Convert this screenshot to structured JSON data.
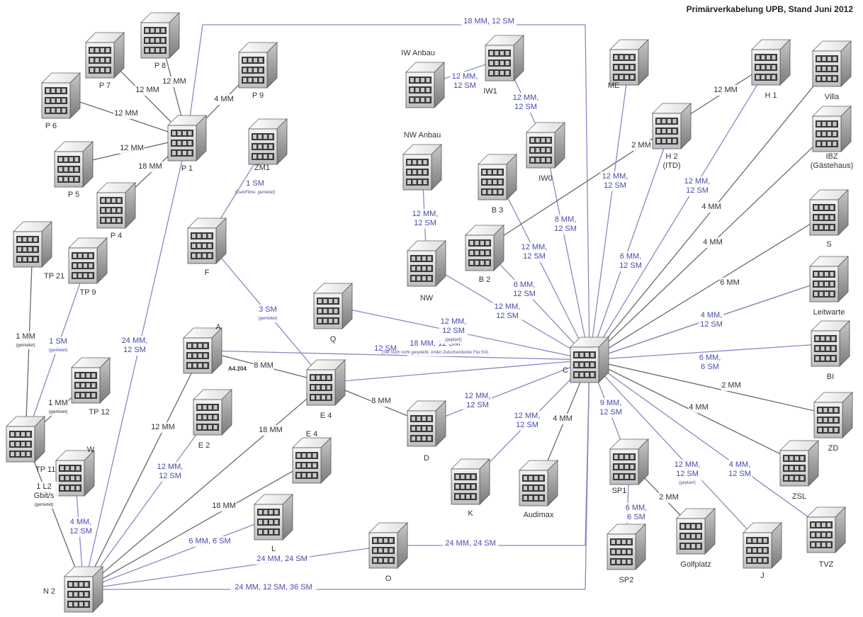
{
  "title": "Primärverkabelung UPB, Stand Juni 2012",
  "colors": {
    "blue": "#4a4aa8",
    "black": "#333333",
    "line_blue": "#8a88c4",
    "line_black": "#6a6a6a"
  },
  "buildings": [
    {
      "id": "P7",
      "label": "P 7"
    },
    {
      "id": "P8",
      "label": "P 8"
    },
    {
      "id": "P6",
      "label": "P 6"
    },
    {
      "id": "P9",
      "label": "P 9"
    },
    {
      "id": "P1",
      "label": "P 1"
    },
    {
      "id": "P5",
      "label": "P 5"
    },
    {
      "id": "P4",
      "label": "P 4"
    },
    {
      "id": "ZM1",
      "label": "ZM1"
    },
    {
      "id": "F",
      "label": "F"
    },
    {
      "id": "TP21",
      "label": "TP 21"
    },
    {
      "id": "TP9",
      "label": "TP 9"
    },
    {
      "id": "TP12",
      "label": "TP 12"
    },
    {
      "id": "TP11",
      "label": "TP 11"
    },
    {
      "id": "W",
      "label": "W"
    },
    {
      "id": "N2",
      "label": "N 2"
    },
    {
      "id": "A",
      "label": "A"
    },
    {
      "id": "E2",
      "label": "E 2"
    },
    {
      "id": "E4a",
      "label": "E 4"
    },
    {
      "id": "E4b",
      "label": "E 4"
    },
    {
      "id": "L",
      "label": "L"
    },
    {
      "id": "O",
      "label": "O"
    },
    {
      "id": "Q",
      "label": "Q"
    },
    {
      "id": "D",
      "label": "D"
    },
    {
      "id": "K",
      "label": "K"
    },
    {
      "id": "Audimax",
      "label": "Audimax"
    },
    {
      "id": "C",
      "label": "C"
    },
    {
      "id": "IWAnbau",
      "label": "IW Anbau"
    },
    {
      "id": "IW1",
      "label": "IW1"
    },
    {
      "id": "IW0",
      "label": "IW0"
    },
    {
      "id": "NWAnbau",
      "label": "NW Anbau"
    },
    {
      "id": "NW",
      "label": "NW"
    },
    {
      "id": "B3",
      "label": "B 3"
    },
    {
      "id": "B2",
      "label": "B 2"
    },
    {
      "id": "ME",
      "label": "ME"
    },
    {
      "id": "H2",
      "label": "H 2\n(ITD)"
    },
    {
      "id": "H1",
      "label": "H 1"
    },
    {
      "id": "Villa",
      "label": "Villa"
    },
    {
      "id": "IBZ",
      "label": "IBZ\n(Gästehaus)"
    },
    {
      "id": "S",
      "label": "S"
    },
    {
      "id": "Leitwarte",
      "label": "Leitwarte"
    },
    {
      "id": "BI",
      "label": "BI"
    },
    {
      "id": "ZD",
      "label": "ZD"
    },
    {
      "id": "ZSL",
      "label": "ZSL"
    },
    {
      "id": "TVZ",
      "label": "TVZ"
    },
    {
      "id": "J",
      "label": "J"
    },
    {
      "id": "Golfplatz",
      "label": "Golfplatz"
    },
    {
      "id": "SP1",
      "label": "SP1"
    },
    {
      "id": "SP2",
      "label": "SP2"
    }
  ],
  "connections": [
    {
      "from": "P7",
      "to": "P1",
      "label": "12 MM",
      "color": "black"
    },
    {
      "from": "P8",
      "to": "P1",
      "label": "12 MM",
      "color": "black"
    },
    {
      "from": "P6",
      "to": "P1",
      "label": "12 MM",
      "color": "black"
    },
    {
      "from": "P9",
      "to": "P1",
      "label": "4 MM",
      "color": "black"
    },
    {
      "from": "P5",
      "to": "P1",
      "label": "12 MM",
      "color": "black"
    },
    {
      "from": "P4",
      "to": "P1",
      "label": "18 MM",
      "color": "black"
    },
    {
      "from": "P1",
      "to": "N2",
      "label": "24 MM,\n12 SM",
      "color": "blue"
    },
    {
      "from": "P1",
      "to": "C",
      "label": "18 MM, 12 SM",
      "color": "blue"
    },
    {
      "from": "ZM1",
      "to": "F",
      "label": "1 SM",
      "sublabel": "(DarkFibre, gemietet)",
      "color": "blue"
    },
    {
      "from": "F",
      "to": "E4a",
      "label": "3 SM",
      "sublabel": "(gemietet)",
      "color": "blue"
    },
    {
      "from": "TP21",
      "to": "TP11",
      "label": "1 MM",
      "sublabel": "(gemietet)",
      "color": "black"
    },
    {
      "from": "TP9",
      "to": "TP11",
      "label": "1 SM",
      "sublabel": "(gemietet)",
      "color": "blue"
    },
    {
      "from": "TP12",
      "to": "TP11",
      "label": "1 MM",
      "sublabel": "(gemietet)",
      "color": "black"
    },
    {
      "from": "TP11",
      "to": "N2",
      "label": "1 L2\nGbit/s",
      "sublabel": "(gemietet)",
      "color": "black"
    },
    {
      "from": "W",
      "to": "N2",
      "label": "4 MM,\n12 SM",
      "color": "blue"
    },
    {
      "from": "A",
      "to": "N2",
      "label": "12 MM",
      "color": "black"
    },
    {
      "from": "E2",
      "to": "N2",
      "label": "12 MM,\n12 SM",
      "color": "blue"
    },
    {
      "from": "E4a",
      "to": "N2",
      "label": "18 MM",
      "color": "black"
    },
    {
      "from": "E4b",
      "to": "N2",
      "label": "18 MM",
      "color": "black"
    },
    {
      "from": "L",
      "to": "N2",
      "label": "6 MM, 6 SM",
      "color": "blue"
    },
    {
      "from": "O",
      "to": "N2",
      "label": "24 MM, 24 SM",
      "color": "blue"
    },
    {
      "from": "O",
      "to": "C",
      "label": "24 MM, 24 SM",
      "color": "blue"
    },
    {
      "from": "N2",
      "to": "C",
      "label": "24 MM, 12 SM, 36 SM",
      "color": "blue"
    },
    {
      "from": "A",
      "to": "C",
      "label": "12 SM",
      "color": "blue"
    },
    {
      "from": "A",
      "to": "E4a",
      "label": "8 MM",
      "color": "black"
    },
    {
      "from": "E4a",
      "to": "C",
      "label": "18 MM, 12 SM",
      "sublabel": "(SM noch nicht gespleißt, endet Zwischendecke Flur E4)",
      "color": "blue"
    },
    {
      "from": "D",
      "to": "C",
      "label": "12 MM,\n12 SM",
      "color": "blue"
    },
    {
      "from": "E4a",
      "to": "D",
      "label": "8 MM",
      "color": "black"
    },
    {
      "from": "K",
      "to": "C",
      "label": "12 MM,\n12 SM",
      "color": "blue"
    },
    {
      "from": "Audimax",
      "to": "C",
      "label": "4 MM",
      "color": "black"
    },
    {
      "from": "Q",
      "to": "C",
      "label": "12 MM,\n12 SM",
      "sublabel": "(geplant)",
      "color": "blue"
    },
    {
      "from": "NW",
      "to": "C",
      "label": "12 MM,\n12 SM",
      "color": "blue"
    },
    {
      "from": "NWAnbau",
      "to": "NW",
      "label": "12 MM,\n12 SM",
      "color": "blue"
    },
    {
      "from": "IW1",
      "to": "IWAnbau",
      "label": "12 MM,\n12 SM",
      "color": "blue"
    },
    {
      "from": "IW1",
      "to": "IW0",
      "label": "12 MM,\n12 SM",
      "color": "blue"
    },
    {
      "from": "IW0",
      "to": "C",
      "label": "8 MM,\n12 SM",
      "color": "blue"
    },
    {
      "from": "B3",
      "to": "C",
      "label": "12 MM,\n12 SM",
      "color": "blue"
    },
    {
      "from": "B2",
      "to": "C",
      "label": "6 MM,\n12 SM",
      "color": "blue"
    },
    {
      "from": "B2",
      "to": "H2",
      "label": "2 MM",
      "color": "black"
    },
    {
      "from": "ME",
      "to": "C",
      "label": "12 MM,\n12 SM",
      "color": "blue"
    },
    {
      "from": "H2",
      "to": "C",
      "label": "6 MM,\n12 SM",
      "color": "blue"
    },
    {
      "from": "H2",
      "to": "H1",
      "label": "12 MM",
      "color": "black"
    },
    {
      "from": "H1",
      "to": "C",
      "label": "12 MM,\n12 SM",
      "color": "blue"
    },
    {
      "from": "IBZ",
      "to": "C",
      "label": "4 MM",
      "color": "black"
    },
    {
      "from": "S",
      "to": "C",
      "label": "4 MM",
      "color": "black"
    },
    {
      "from": "Villa",
      "to": "C",
      "label": "",
      "color": "black"
    },
    {
      "from": "Leitwarte",
      "to": "C",
      "label": "6 MM",
      "color": "black"
    },
    {
      "from": "Leitwarte",
      "to": "C",
      "label": "4 MM,\n12 SM",
      "color": "blue"
    },
    {
      "from": "BI",
      "to": "C",
      "label": "6 MM,\n6 SM",
      "color": "blue"
    },
    {
      "from": "ZD",
      "to": "C",
      "label": "2 MM",
      "color": "black"
    },
    {
      "from": "ZSL",
      "to": "C",
      "label": "4 MM",
      "color": "black"
    },
    {
      "from": "TVZ",
      "to": "C",
      "label": "4 MM,\n12 SM",
      "color": "blue"
    },
    {
      "from": "J",
      "to": "C",
      "label": "12 MM,\n12 SM",
      "sublabel": "(geplant)",
      "color": "blue"
    },
    {
      "from": "SP1",
      "to": "C",
      "label": "9 MM,\n12 SM",
      "color": "blue"
    },
    {
      "from": "SP1",
      "to": "Golfplatz",
      "label": "2 MM",
      "color": "black"
    },
    {
      "from": "SP1",
      "to": "SP2",
      "label": "6 MM,\n6 SM",
      "color": "blue"
    }
  ],
  "room_label": "A4.204"
}
